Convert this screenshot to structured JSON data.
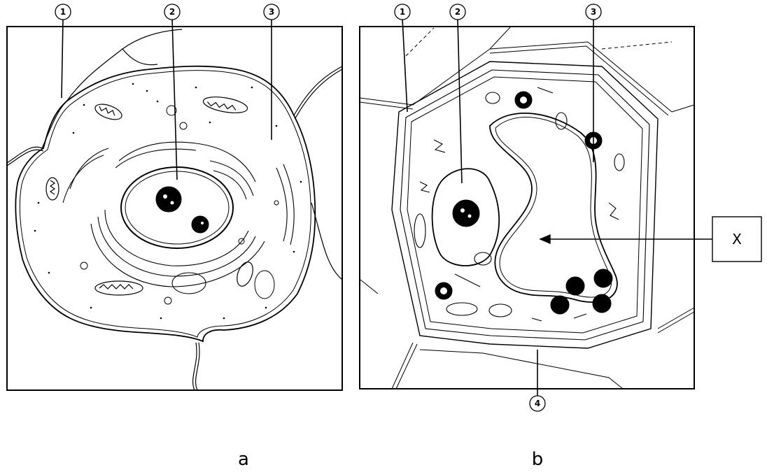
{
  "figure": {
    "panel_a": {
      "caption": "a",
      "callouts": [
        "1",
        "2",
        "3"
      ]
    },
    "panel_b": {
      "caption": "b",
      "callouts": [
        "1",
        "2",
        "3",
        "4"
      ]
    },
    "x_label": "X"
  }
}
